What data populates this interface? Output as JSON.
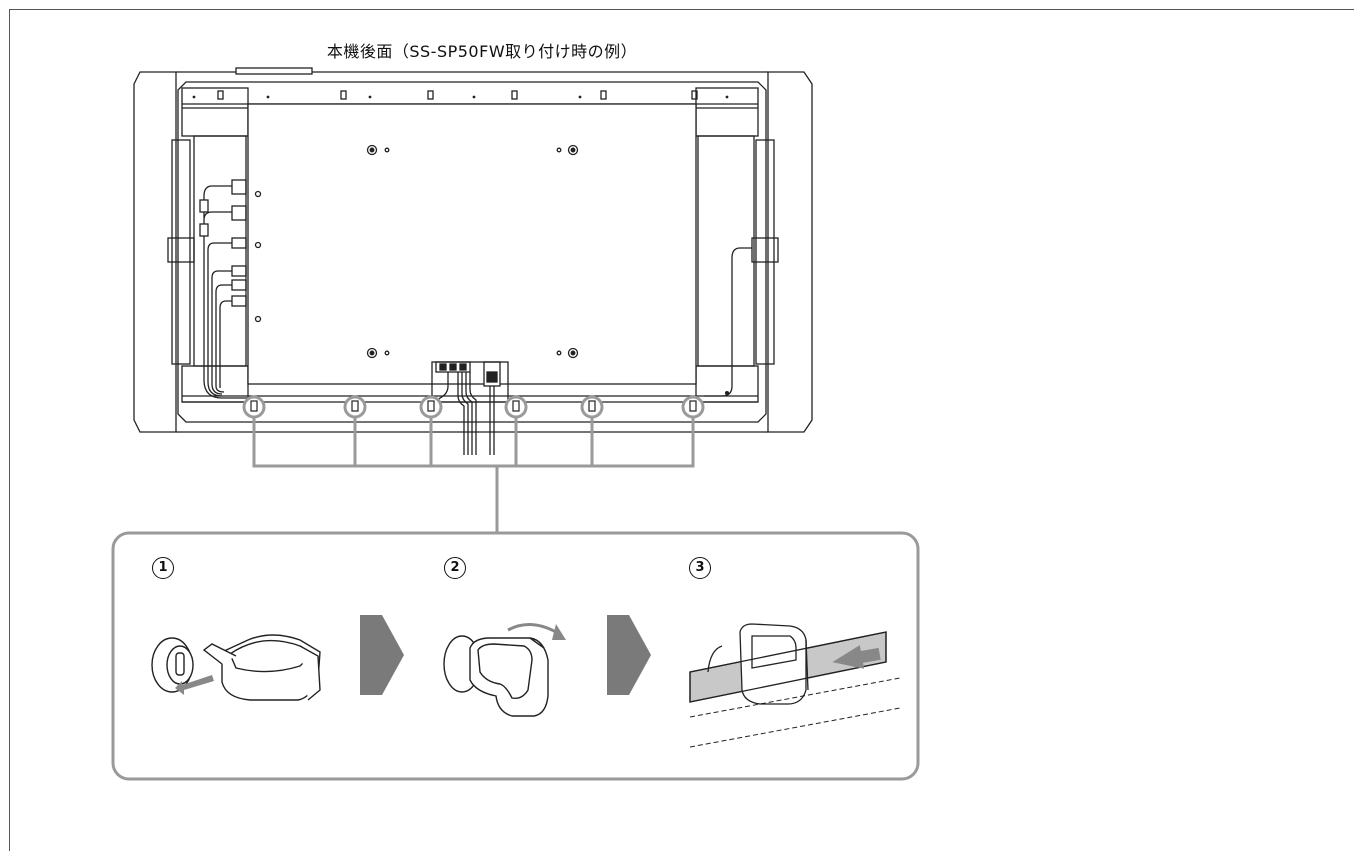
{
  "caption": "本機後面（SS-SP50FW取り付け時の例）",
  "steps": [
    {
      "number": "1",
      "icon": "clamp-insert-icon"
    },
    {
      "number": "2",
      "icon": "clamp-rotate-icon"
    },
    {
      "number": "3",
      "icon": "clamp-cable-icon"
    }
  ],
  "colors": {
    "line": "#222222",
    "callout": "#9a9a9a",
    "arrow": "#7a7a7a",
    "cable": "#c8c8c8"
  }
}
